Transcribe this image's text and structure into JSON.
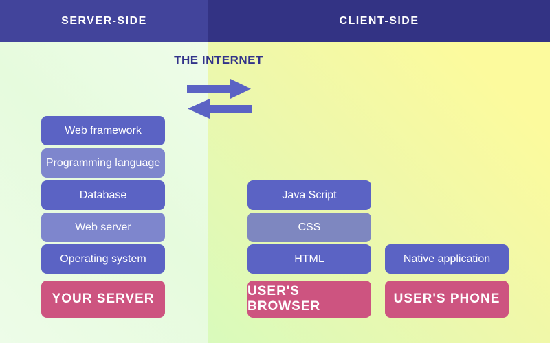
{
  "header": {
    "server_label": "SERVER-SIDE",
    "client_label": "CLIENT-SIDE"
  },
  "internet": {
    "label": "THE INTERNET",
    "arrows_icon": "data-exchange-arrows"
  },
  "columns": {
    "server": {
      "stack": [
        {
          "label": "Web framework",
          "shade": "dark"
        },
        {
          "label": "Programming language",
          "shade": "light"
        },
        {
          "label": "Database",
          "shade": "dark"
        },
        {
          "label": "Web server",
          "shade": "light"
        },
        {
          "label": "Operating system",
          "shade": "dark"
        }
      ],
      "base": {
        "label": "YOUR SERVER"
      }
    },
    "browser": {
      "stack": [
        {
          "label": "Java Script",
          "shade": "dark"
        },
        {
          "label": "CSS",
          "shade": "light"
        },
        {
          "label": "HTML",
          "shade": "dark"
        }
      ],
      "base": {
        "label": "USER'S BROWSER"
      }
    },
    "phone": {
      "stack": [
        {
          "label": "Native application",
          "shade": "dark"
        }
      ],
      "base": {
        "label": "USER'S PHONE"
      }
    }
  },
  "colors": {
    "header_left_bg": "#42449b",
    "header_right_bg": "#333384",
    "box_dark": "#5b63c4",
    "box_light": "#7e86cd",
    "box_css": "#7e87c0",
    "box_base_pink": "#cd5480",
    "internet_text": "#32338a",
    "arrow": "#5b63c4",
    "bg_left_green": "#e6fbdd",
    "bg_right_yellow": "#fcfa9d",
    "bg_right_green": "#d9fabc"
  }
}
